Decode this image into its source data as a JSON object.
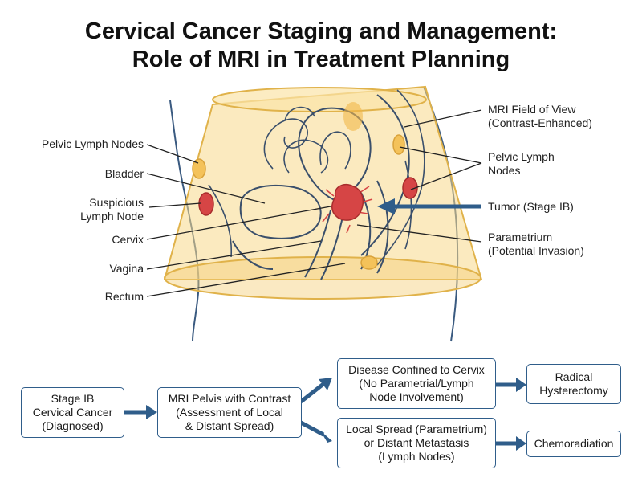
{
  "title": {
    "line1": "Cervical Cancer Staging and Management:",
    "line2": "Role of MRI in Treatment Planning"
  },
  "labels_left": [
    {
      "id": "pelvic-lymph-nodes",
      "lines": [
        "Pelvic Lymph Nodes"
      ]
    },
    {
      "id": "bladder",
      "lines": [
        "Bladder"
      ]
    },
    {
      "id": "suspicious-lymph-node",
      "lines": [
        "Suspicious",
        "Lymph Node"
      ]
    },
    {
      "id": "cervix",
      "lines": [
        "Cervix"
      ]
    },
    {
      "id": "vagina",
      "lines": [
        "Vagina"
      ]
    },
    {
      "id": "rectum",
      "lines": [
        "Rectum"
      ]
    }
  ],
  "labels_right": [
    {
      "id": "mri-field-of-view",
      "lines": [
        "MRI Field of View",
        "(Contrast-Enhanced)"
      ]
    },
    {
      "id": "pelvic-lymph-nodes-right",
      "lines": [
        "Pelvic Lymph",
        "Nodes"
      ]
    },
    {
      "id": "tumor",
      "lines": [
        "Tumor (Stage IB)"
      ]
    },
    {
      "id": "parametrium",
      "lines": [
        "Parametrium",
        "(Potential Invasion)"
      ]
    }
  ],
  "flow": {
    "start": {
      "lines": [
        "Stage IB",
        "Cervical Cancer",
        "(Diagnosed)"
      ]
    },
    "mri": {
      "lines": [
        "MRI Pelvis with Contrast",
        "(Assessment of Local",
        "& Distant Spread)"
      ]
    },
    "confined": {
      "lines": [
        "Disease Confined to Cervix",
        "(No Parametrial/Lymph",
        "Node Involvement)"
      ]
    },
    "spread": {
      "lines": [
        "Local Spread (Parametrium)",
        "or Distant Metastasis",
        "(Lymph Nodes)"
      ]
    },
    "surgery": {
      "lines": [
        "Radical",
        "Hysterectomy"
      ]
    },
    "chemo": {
      "lines": [
        "Chemoradiation"
      ]
    }
  },
  "colors": {
    "field_fill": "#f8d98a",
    "field_stroke": "#e0b24a",
    "organ_stroke": "#3a4f6b",
    "tumor": "#d64545",
    "node_fill": "#f4c25a",
    "arrow": "#2f5d8a",
    "box_border": "#2f5d8a"
  }
}
